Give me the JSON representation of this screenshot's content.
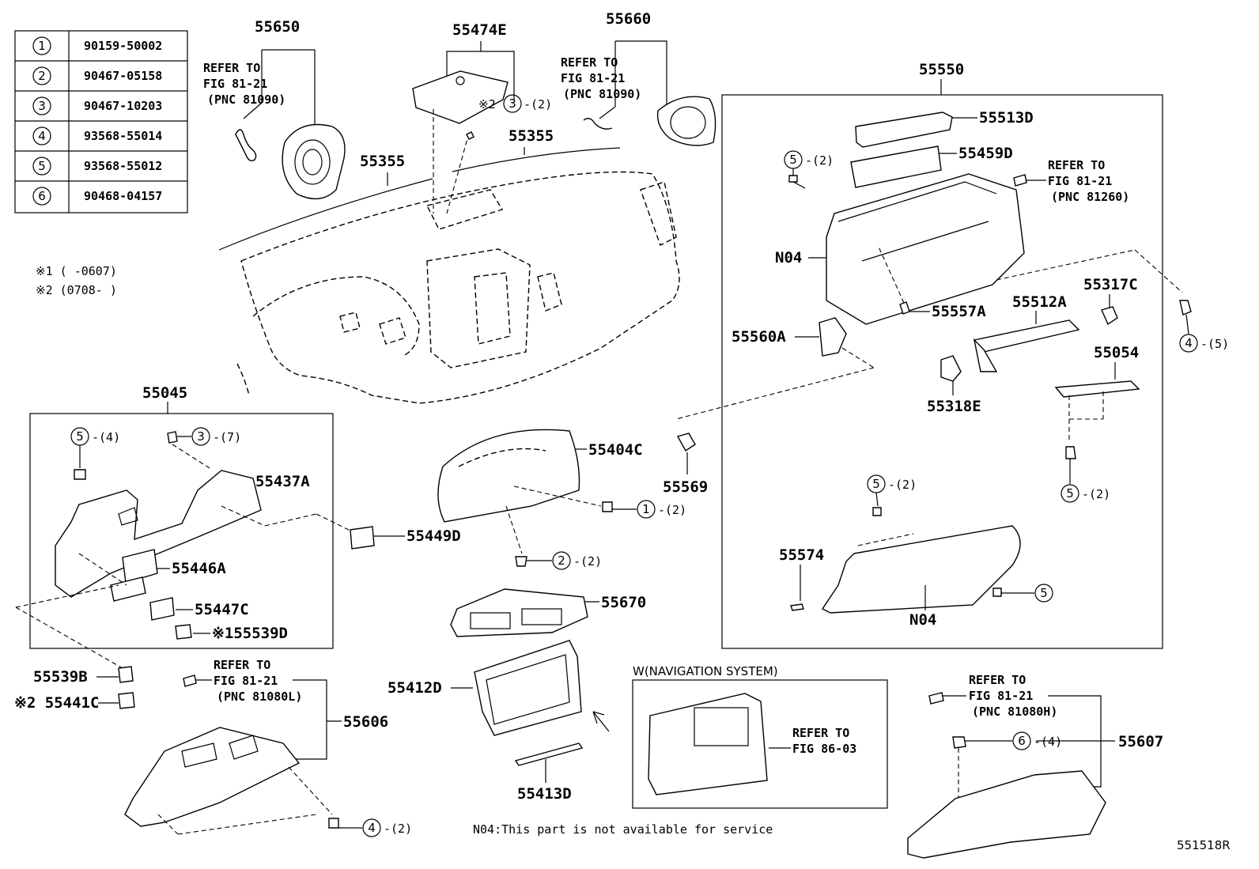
{
  "legend": [
    {
      "num": "1",
      "part": "90159-50002"
    },
    {
      "num": "2",
      "part": "90467-05158"
    },
    {
      "num": "3",
      "part": "90467-10203"
    },
    {
      "num": "4",
      "part": "93568-55014"
    },
    {
      "num": "5",
      "part": "93568-55012"
    },
    {
      "num": "6",
      "part": "90468-04157"
    }
  ],
  "notes": {
    "n1": "※1 (     -0607)",
    "n2": "※2 (0708-     )"
  },
  "labels": {
    "p55650": "55650",
    "p55474E": "55474E",
    "p55660": "55660",
    "p55550": "55550",
    "p55355a": "55355",
    "p55355b": "55355",
    "p55513D": "55513D",
    "p55459D": "55459D",
    "pN04a": "N04",
    "p55557A": "55557A",
    "p55512A": "55512A",
    "p55317C": "55317C",
    "p55560A": "55560A",
    "p55054": "55054",
    "p55318E": "55318E",
    "p55045": "55045",
    "p55437A": "55437A",
    "p55449D": "55449D",
    "p55446A": "55446A",
    "p55447C": "55447C",
    "p55539D": "※155539D",
    "p55404C": "55404C",
    "p55569": "55569",
    "p55574": "55574",
    "pN04b": "N04",
    "p55670": "55670",
    "p55539B": "55539B",
    "p55441C": "※2 55441C",
    "p55606": "55606",
    "p55412D": "55412D",
    "p55413D": "55413D",
    "p55607": "55607"
  },
  "refs": {
    "r1": [
      "REFER TO",
      "FIG 81-21",
      "(PNC 81090)"
    ],
    "r2": [
      "REFER TO",
      "FIG 81-21",
      "(PNC 81090)"
    ],
    "r3": [
      "REFER TO",
      "FIG 81-21",
      "(PNC 81260)"
    ],
    "r4": [
      "REFER TO",
      "FIG 81-21",
      "(PNC 81080L)"
    ],
    "r5": [
      "REFER TO",
      "FIG 81-21",
      "(PNC 81080H)"
    ],
    "r6": [
      "REFER TO",
      "FIG 86-03"
    ]
  },
  "callouts": {
    "c_55474E": {
      "mark": "※2",
      "num": "3",
      "qty": "-(2)"
    },
    "c_5_55550": {
      "num": "5",
      "qty": "-(2)"
    },
    "c_4_right": {
      "num": "4",
      "qty": "-(5)"
    },
    "c_5_55054": {
      "num": "5",
      "qty": "-(2)"
    },
    "c_5_n04": {
      "num": "5",
      "qty": "-(2)"
    },
    "c_5_single": {
      "num": "5",
      "qty": ""
    },
    "c_5_55045": {
      "num": "5",
      "qty": "-(4)"
    },
    "c_3_55045": {
      "num": "3",
      "qty": "-(7)"
    },
    "c_1_55404C": {
      "num": "1",
      "qty": "-(2)"
    },
    "c_2_55404C": {
      "num": "2",
      "qty": "-(2)"
    },
    "c_4_55606": {
      "num": "4",
      "qty": "-(2)"
    },
    "c_6_55607": {
      "num": "6",
      "qty": "-(4)"
    }
  },
  "nav_title": "W(NAVIGATION SYSTEM)",
  "footnote": "N04:This part is not available for service",
  "diagram_id": "551518R"
}
